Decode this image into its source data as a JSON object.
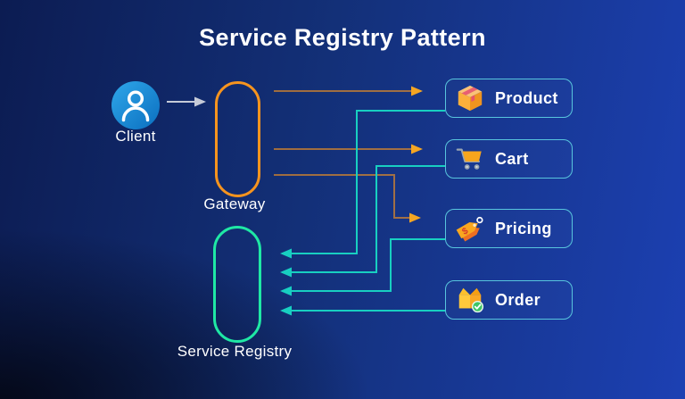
{
  "title": "Service Registry Pattern",
  "nodes": {
    "client": {
      "label": "Client",
      "icon": "user-avatar-icon"
    },
    "gateway": {
      "label": "Gateway",
      "shape": "pill",
      "border_color": "#f7941e"
    },
    "service_registry": {
      "label": "Service Registry",
      "shape": "pill",
      "border_color": "#1fe8a5"
    }
  },
  "services": [
    {
      "label": "Product",
      "icon": "package-box-icon"
    },
    {
      "label": "Cart",
      "icon": "shopping-cart-icon"
    },
    {
      "label": "Pricing",
      "icon": "price-tag-icon"
    },
    {
      "label": "Order",
      "icon": "order-check-box-icon"
    }
  ],
  "edges": [
    {
      "from": "Client",
      "to": "Gateway",
      "style": "gray-arrow"
    },
    {
      "from": "Gateway",
      "to": "Product",
      "style": "orange-arrow"
    },
    {
      "from": "Gateway",
      "to": "Cart",
      "style": "orange-arrow"
    },
    {
      "from": "Gateway",
      "to": "Pricing",
      "style": "orange-arrow"
    },
    {
      "from": "Product",
      "to": "Service Registry",
      "style": "teal-arrow"
    },
    {
      "from": "Cart",
      "to": "Service Registry",
      "style": "teal-arrow"
    },
    {
      "from": "Pricing",
      "to": "Service Registry",
      "style": "teal-arrow"
    },
    {
      "from": "Order",
      "to": "Service Registry",
      "style": "teal-arrow"
    }
  ],
  "colors": {
    "background_dark_left": "#0c1c52",
    "background_bright_right": "#1c40b3",
    "background_corner_dark": "#05081a",
    "gateway_orange": "#f7941e",
    "orange_arrowhead": "#f5a623",
    "teal_line": "#18cfc1",
    "registry_green": "#1fe8a5",
    "service_box_border": "#58c5dd",
    "client_blue_top": "#2fa7e9",
    "client_blue_bottom": "#0b6fc0",
    "client_arrow_gray": "#c6cbd8",
    "text": "#ffffff"
  }
}
